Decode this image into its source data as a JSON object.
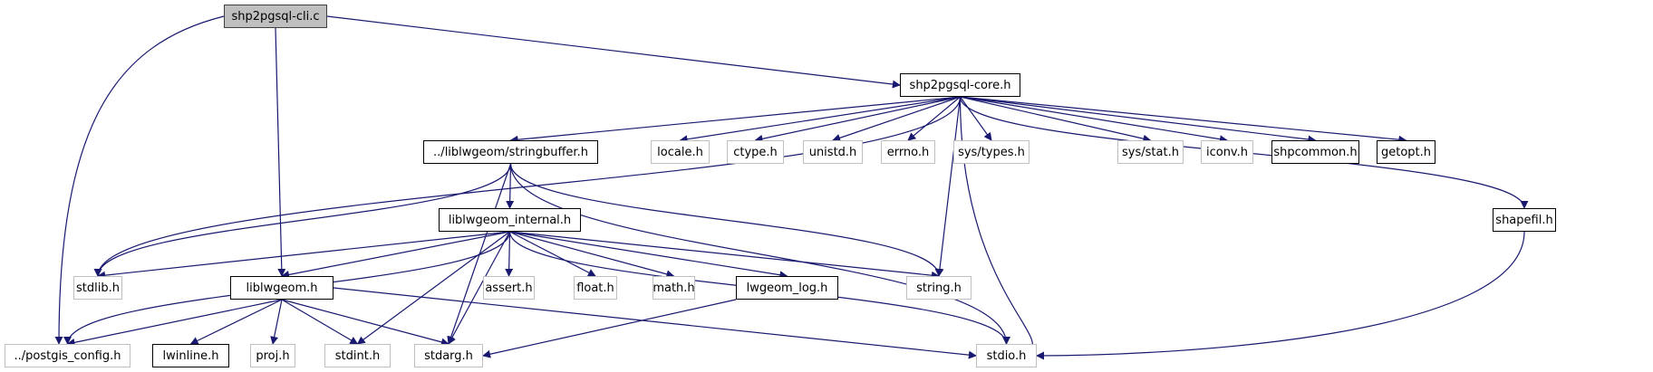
{
  "graph": {
    "title": "shp2pgsql-cli.c include dependency graph",
    "edge_color": "#191970",
    "nodes": [
      {
        "id": "cli",
        "label": "shp2pgsql-cli.c",
        "kind": "root"
      },
      {
        "id": "core",
        "label": "shp2pgsql-core.h",
        "kind": "doc"
      },
      {
        "id": "stringbuffer",
        "label": "../liblwgeom/stringbuffer.h",
        "kind": "doc"
      },
      {
        "id": "locale",
        "label": "locale.h",
        "kind": "sys"
      },
      {
        "id": "ctype",
        "label": "ctype.h",
        "kind": "sys"
      },
      {
        "id": "unistd",
        "label": "unistd.h",
        "kind": "sys"
      },
      {
        "id": "errno",
        "label": "errno.h",
        "kind": "sys"
      },
      {
        "id": "systypes",
        "label": "sys/types.h",
        "kind": "sys"
      },
      {
        "id": "sysstat",
        "label": "sys/stat.h",
        "kind": "sys"
      },
      {
        "id": "iconv",
        "label": "iconv.h",
        "kind": "sys"
      },
      {
        "id": "shpcommon",
        "label": "shpcommon.h",
        "kind": "doc"
      },
      {
        "id": "getopt",
        "label": "getopt.h",
        "kind": "doc"
      },
      {
        "id": "lwinternal",
        "label": "liblwgeom_internal.h",
        "kind": "doc"
      },
      {
        "id": "shapefil",
        "label": "shapefil.h",
        "kind": "doc"
      },
      {
        "id": "stdlib",
        "label": "stdlib.h",
        "kind": "sys"
      },
      {
        "id": "liblwgeom",
        "label": "liblwgeom.h",
        "kind": "doc"
      },
      {
        "id": "assert",
        "label": "assert.h",
        "kind": "sys"
      },
      {
        "id": "float",
        "label": "float.h",
        "kind": "sys"
      },
      {
        "id": "math",
        "label": "math.h",
        "kind": "sys"
      },
      {
        "id": "lwlog",
        "label": "lwgeom_log.h",
        "kind": "doc"
      },
      {
        "id": "string",
        "label": "string.h",
        "kind": "sys"
      },
      {
        "id": "pgconfig",
        "label": "../postgis_config.h",
        "kind": "sys"
      },
      {
        "id": "lwinline",
        "label": "lwinline.h",
        "kind": "doc"
      },
      {
        "id": "proj",
        "label": "proj.h",
        "kind": "sys"
      },
      {
        "id": "stdint",
        "label": "stdint.h",
        "kind": "sys"
      },
      {
        "id": "stdarg",
        "label": "stdarg.h",
        "kind": "sys"
      },
      {
        "id": "stdio",
        "label": "stdio.h",
        "kind": "sys"
      }
    ],
    "edges": [
      [
        "cli",
        "core"
      ],
      [
        "cli",
        "liblwgeom"
      ],
      [
        "cli",
        "pgconfig"
      ],
      [
        "core",
        "stringbuffer"
      ],
      [
        "core",
        "locale"
      ],
      [
        "core",
        "ctype"
      ],
      [
        "core",
        "unistd"
      ],
      [
        "core",
        "errno"
      ],
      [
        "core",
        "systypes"
      ],
      [
        "core",
        "sysstat"
      ],
      [
        "core",
        "iconv"
      ],
      [
        "core",
        "shpcommon"
      ],
      [
        "core",
        "getopt"
      ],
      [
        "core",
        "shapefil"
      ],
      [
        "core",
        "stdlib"
      ],
      [
        "core",
        "string"
      ],
      [
        "core",
        "stdio"
      ],
      [
        "stringbuffer",
        "lwinternal"
      ],
      [
        "stringbuffer",
        "stdlib"
      ],
      [
        "stringbuffer",
        "stdarg"
      ],
      [
        "stringbuffer",
        "string"
      ],
      [
        "stringbuffer",
        "stdio"
      ],
      [
        "lwinternal",
        "stdlib"
      ],
      [
        "lwinternal",
        "liblwgeom"
      ],
      [
        "lwinternal",
        "pgconfig"
      ],
      [
        "lwinternal",
        "assert"
      ],
      [
        "lwinternal",
        "float"
      ],
      [
        "lwinternal",
        "math"
      ],
      [
        "lwinternal",
        "lwlog"
      ],
      [
        "lwinternal",
        "string"
      ],
      [
        "lwinternal",
        "stdint"
      ],
      [
        "lwinternal",
        "stdarg"
      ],
      [
        "lwinternal",
        "stdio"
      ],
      [
        "liblwgeom",
        "pgconfig"
      ],
      [
        "liblwgeom",
        "lwinline"
      ],
      [
        "liblwgeom",
        "proj"
      ],
      [
        "liblwgeom",
        "stdint"
      ],
      [
        "liblwgeom",
        "stdarg"
      ],
      [
        "liblwgeom",
        "stdio"
      ],
      [
        "lwlog",
        "stdarg"
      ],
      [
        "shapefil",
        "stdio"
      ]
    ]
  }
}
